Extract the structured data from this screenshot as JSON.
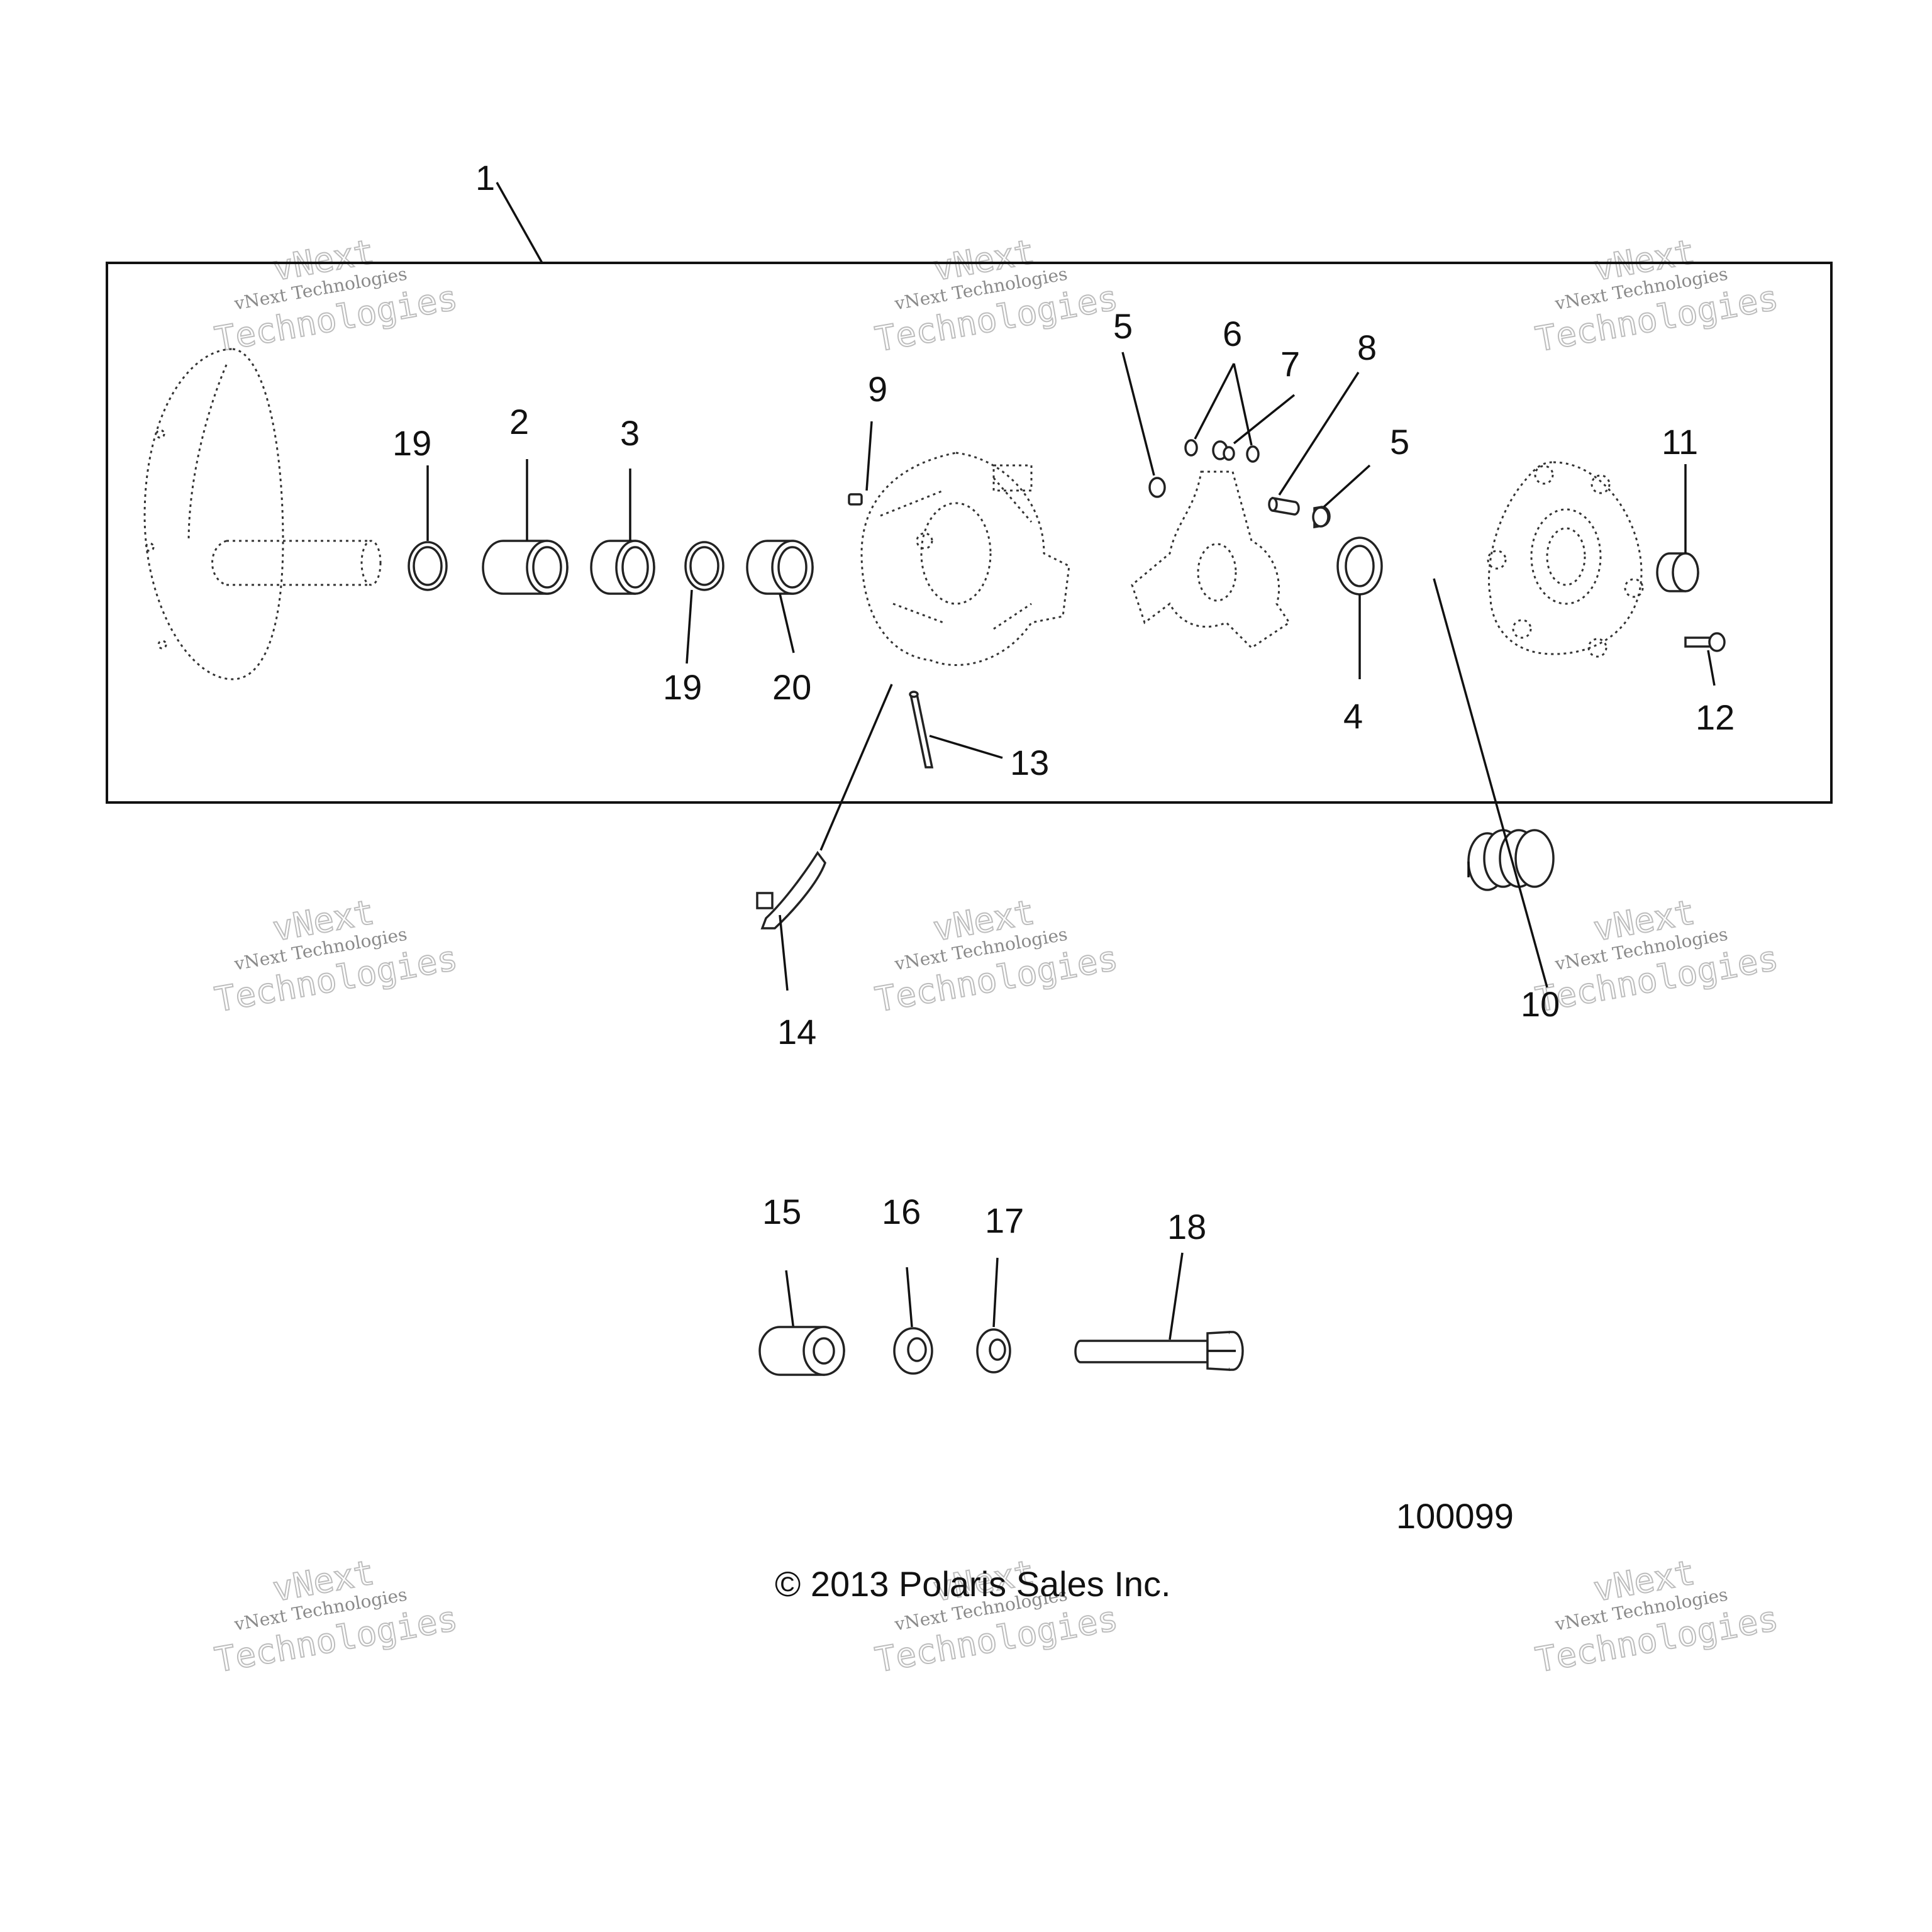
{
  "diagram": {
    "figure_number": "100099",
    "copyright": "© 2013 Polaris Sales Inc.",
    "watermark": {
      "line1": "vNext Technologies",
      "line2": "vNext",
      "line3": "Technologies"
    },
    "callouts": {
      "c1": "1",
      "c2": "2",
      "c3": "3",
      "c4": "4",
      "c5a": "5",
      "c5b": "5",
      "c6": "6",
      "c7": "7",
      "c8": "8",
      "c9": "9",
      "c10": "10",
      "c11": "11",
      "c12": "12",
      "c13": "13",
      "c14": "14",
      "c15": "15",
      "c16": "16",
      "c17": "17",
      "c18": "18",
      "c19a": "19",
      "c19b": "19",
      "c20": "20"
    },
    "colors": {
      "line": "#222222",
      "watermark": "#bdbdbd",
      "background": "#ffffff"
    }
  }
}
